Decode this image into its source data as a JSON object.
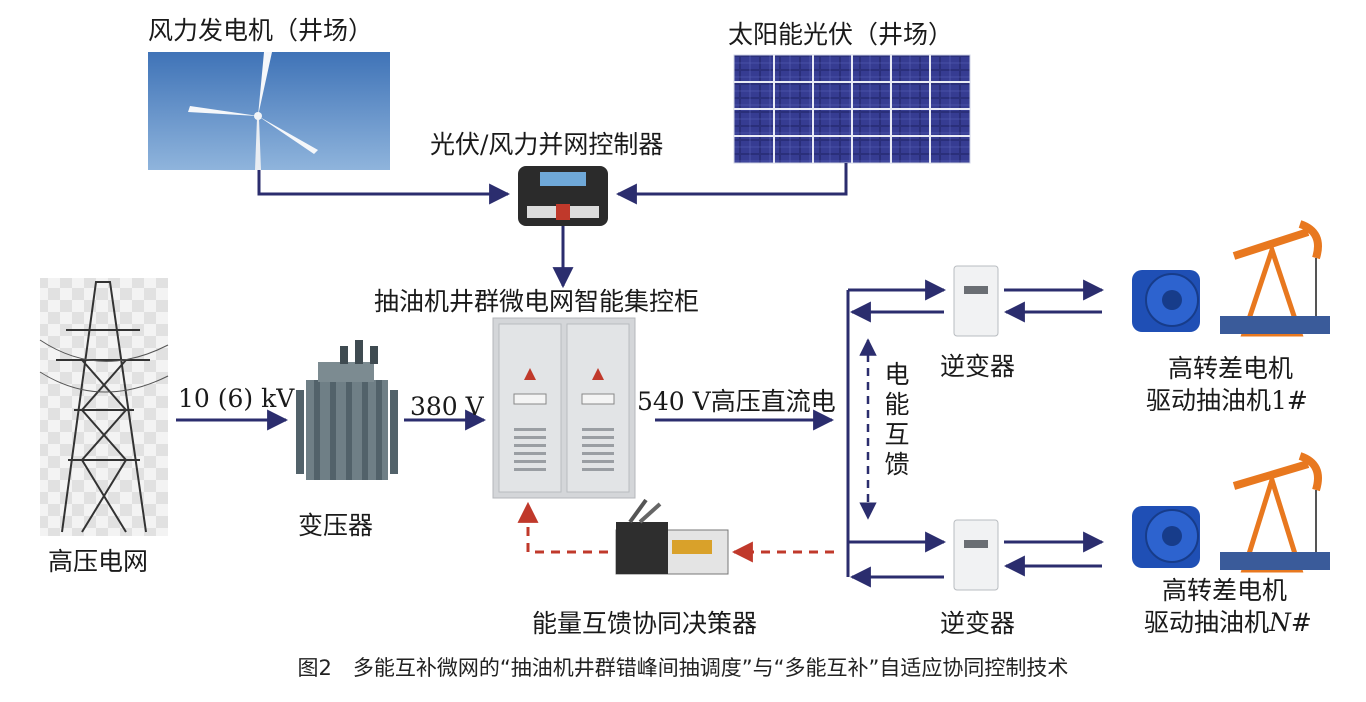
{
  "labels": {
    "wind_turbine": "风力发电机（井场）",
    "solar_pv": "太阳能光伏（井场）",
    "grid_controller": "光伏/风力并网控制器",
    "cabinet": "抽油机井群微电网智能集控柜",
    "high_voltage_grid": "高压电网",
    "voltage_10kv": "10 (6) kV",
    "transformer": "变压器",
    "voltage_380": "380 V",
    "dc_bus": "540 V高压直流电",
    "energy_feedback_chars": [
      "电",
      "能",
      "互",
      "馈"
    ],
    "inverter_top": "逆变器",
    "inverter_bottom": "逆变器",
    "motor_1_line1": "高转差电机",
    "motor_1_line2": "驱动抽油机1#",
    "motor_n_line1": "高转差电机",
    "motor_n_line2_prefix": "驱动抽油机",
    "motor_n_line2_italic": "N",
    "motor_n_line2_suffix": "#",
    "decision_maker": "能量互馈协同决策器"
  },
  "caption": "图2　多能互补微网的“抽油机井群错峰间抽调度”与“多能互补”自适应协同控制技术",
  "colors": {
    "arrow": "#2b2d6e",
    "dashed_arrow": "#c0392b",
    "sky": "#5f8fc6",
    "solar": "#2a2f7a",
    "cabinet": "#d7d9dc",
    "motor": "#1f4fb5",
    "pumpjack": "#e8781f"
  }
}
